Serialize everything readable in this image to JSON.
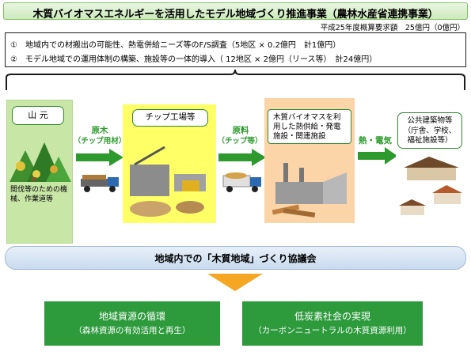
{
  "header": {
    "title": "木質バイオマスエネルギーを活用したモデル地域づくり推進事業（農林水産省連携事業）",
    "budget_note": "平成25年度概算要求額　25億円（0億円）"
  },
  "plans": {
    "line1": "①　地域内での材搬出の可能性、熱電併給ニーズ等のF/S調査（5地区 × 0.2億円　計1億円）",
    "line2": "②　モデル地域での運用体制の構築、施設等の一体的導入（ 12地区 × 2億円（リース等）　計24億円）"
  },
  "flow": {
    "mountain": {
      "label": "山 元",
      "note": "間伐等のための機械、作業道等"
    },
    "arrow1": {
      "label": "原木",
      "sub": "（チップ用材）"
    },
    "chip_plant": {
      "label": "チップ工場等"
    },
    "arrow2": {
      "label": "原料",
      "sub": "（チップ等）"
    },
    "biomass": {
      "label": "木質バイオマスを利用した熱供給・発電施設・関連施設"
    },
    "arrow3": {
      "label": "熱・電気"
    },
    "public": {
      "label": "公共建築物等（庁舎、学校、福祉施設等）"
    }
  },
  "council": {
    "label": "地域内での「木質地域」づくり協議会"
  },
  "outcomes": [
    {
      "title": "地域資源の循環",
      "sub": "（森林資源の有効活用と再生）"
    },
    {
      "title": "低炭素社会の実現",
      "sub": "（カーボンニュートラルの木質資源利用）"
    }
  ],
  "colors": {
    "flow_green": "#2e9a2e",
    "outcome_green": "#2d9a3c",
    "down_arrow": "#f5a623",
    "chip_panel": "#ffff66",
    "biomass_panel": "#fbd4a8",
    "mountain_panel": "#c8e6a6"
  }
}
